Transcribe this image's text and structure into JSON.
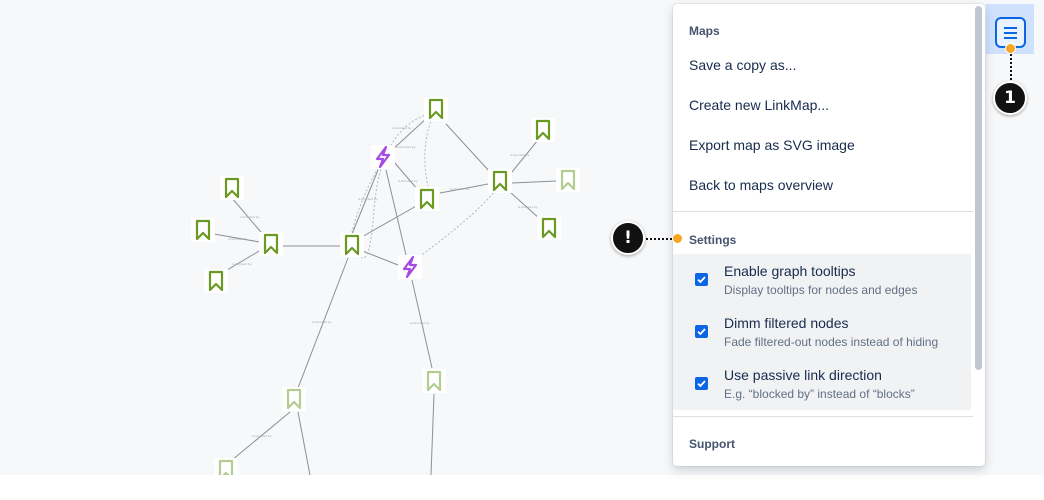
{
  "menu": {
    "maps_section": "Maps",
    "items": [
      {
        "label": "Save a copy as..."
      },
      {
        "label": "Create new LinkMap..."
      },
      {
        "label": "Export map as SVG image"
      },
      {
        "label": "Back to maps overview"
      }
    ],
    "settings_section": "Settings",
    "settings": [
      {
        "label": "Enable graph tooltips",
        "description": "Display tooltips for nodes and edges",
        "checked": true
      },
      {
        "label": "Dimm filtered nodes",
        "description": "Fade filtered-out nodes instead of hiding",
        "checked": true
      },
      {
        "label": "Use passive link direction",
        "description": "E.g. “blocked by” instead of “blocks”",
        "checked": true
      }
    ],
    "support_section": "Support"
  },
  "hints": {
    "menu_hint": "1",
    "settings_hint": "!"
  },
  "graph": {
    "edge_label": "is blocked by",
    "colors": {
      "story": "#6a9a23",
      "story_faded": "#b3cc91",
      "bug": "#a54ae3"
    },
    "icons": {
      "node": "bookmark-icon",
      "alt_node": "lightning-icon",
      "menu": "hamburger-menu-icon"
    }
  },
  "colors": {
    "accent": "#0c66e4",
    "hint_dot": "#f5a623"
  }
}
